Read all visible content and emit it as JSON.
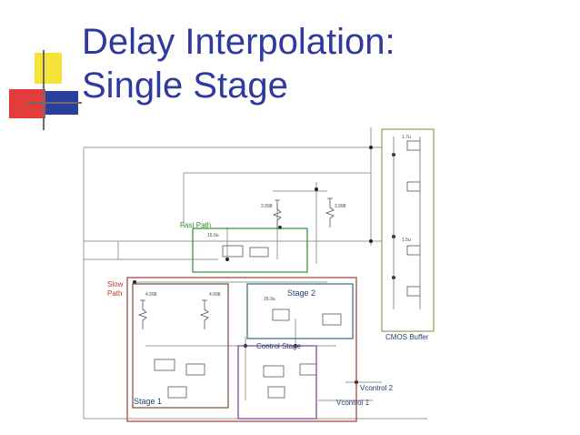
{
  "slide": {
    "title_line1": "Delay Interpolation:",
    "title_line2": "Single Stage"
  },
  "logo": {
    "colors": {
      "yellow": "#f5e33a",
      "red": "#e33c3c",
      "blue": "#2a3f9c",
      "line": "#6b6b6b"
    }
  },
  "diagram": {
    "labels": {
      "fast_path": "Fast Path",
      "slow_path_1": "Slow",
      "slow_path_2": "Path",
      "stage2": "Stage 2",
      "stage1": "Stage 1",
      "control_stage": "Control Stage",
      "cmos_buffer": "CMOS Buffer",
      "vcontrol2": "Vcontrol 2",
      "vcontrol1": "Vcontrol 1"
    },
    "box_colors": {
      "fast_path": "#2f8f2f",
      "slow_path": "#a33a3a",
      "stage2": "#2f6f80",
      "stage1": "#7a4a3a",
      "control_stage": "#7a3ea0",
      "cmos_buffer": "#8a8a30"
    }
  }
}
